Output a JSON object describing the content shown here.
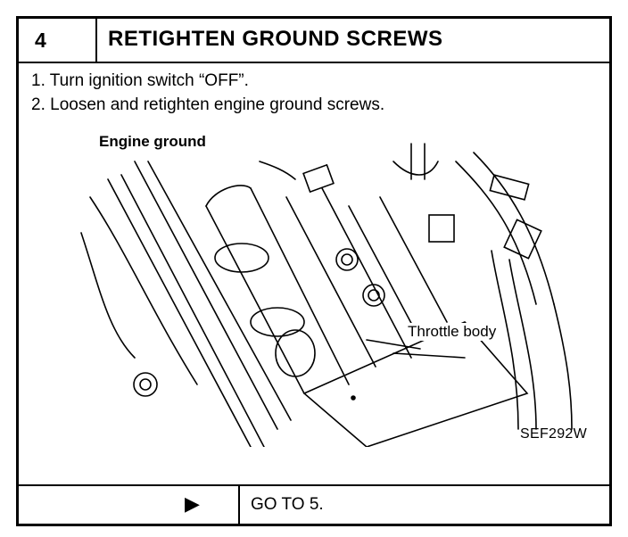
{
  "header": {
    "step_number": "4",
    "title": "RETIGHTEN GROUND SCREWS"
  },
  "instructions": [
    "1.  Turn ignition switch “OFF”.",
    "2.  Loosen and retighten engine ground screws."
  ],
  "figure": {
    "labels": {
      "engine_ground": "Engine ground",
      "throttle_body": "Throttle body"
    },
    "code": "SEF292W"
  },
  "footer": {
    "arrow_icon": "play-arrow-icon",
    "arrow_glyph": "▶",
    "next_step": "GO TO 5."
  }
}
